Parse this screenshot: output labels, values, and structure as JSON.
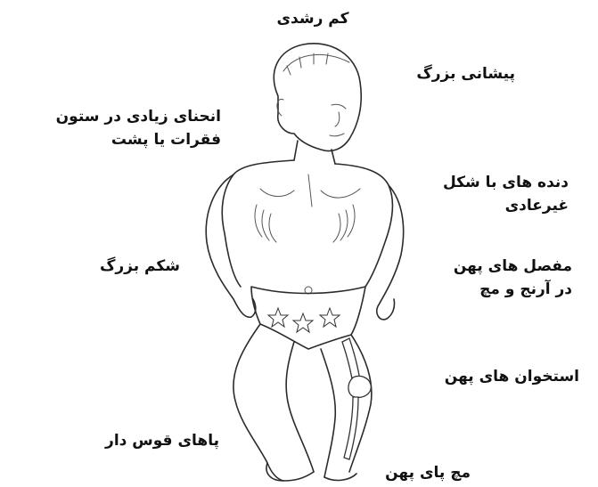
{
  "labels": {
    "stunting": "کم رشدی",
    "large_forehead": "پیشانی بزرگ",
    "spine_curvature_line1": "انحنای زیادی در ستون",
    "spine_curvature_line2": "فقرات یا پشت",
    "abnormal_ribs_line1": "دنده های با شکل",
    "abnormal_ribs_line2": "غیرعادی",
    "large_abdomen": "شکم بزرگ",
    "wide_joints_line1": "مفصل های  پهن",
    "wide_joints_line2": "در آرنج و مچ",
    "wide_bones": "استخوان های پهن",
    "bowed_legs": "پاهای قوس دار",
    "wide_ankle": "مچ پای پهن"
  },
  "colors": {
    "ink": "#2b2b2b",
    "text": "#111111",
    "background": "#ffffff"
  },
  "figure": {
    "subject": "child-with-rickets-illustration"
  }
}
